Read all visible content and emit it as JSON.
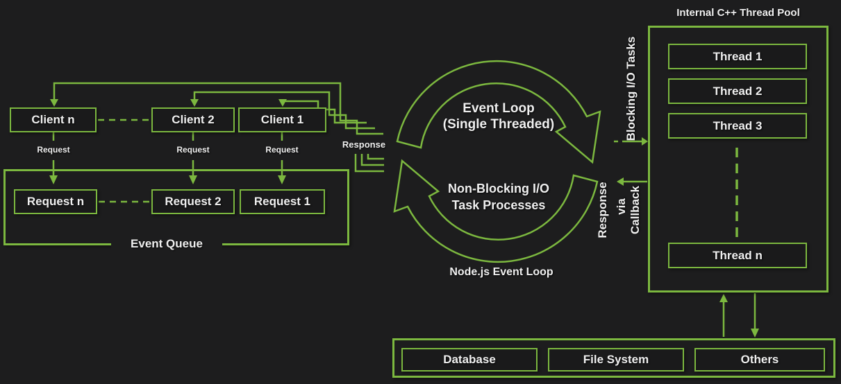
{
  "colors": {
    "background": "#1d1d1e",
    "accent_green": "#7cb83f",
    "text": "#f0f0f0"
  },
  "clients": {
    "items": [
      {
        "label": "Client n"
      },
      {
        "label": "Client 2"
      },
      {
        "label": "Client 1"
      }
    ],
    "request_label": "Request",
    "response_label": "Response"
  },
  "event_queue": {
    "label": "Event Queue",
    "items": [
      {
        "label": "Request n"
      },
      {
        "label": "Request 2"
      },
      {
        "label": "Request 1"
      }
    ]
  },
  "event_loop": {
    "top_line1": "Event Loop",
    "top_line2": "(Single Threaded)",
    "bottom_line1": "Non-Blocking I/O",
    "bottom_line2": "Task Processes",
    "caption": "Node.js Event Loop"
  },
  "flows": {
    "blocking": "Blocking I/O Tasks",
    "response_word": "Response",
    "via_word": "via",
    "callback_word": "Callback"
  },
  "thread_pool": {
    "title": "Internal C++ Thread Pool",
    "threads": [
      {
        "label": "Thread 1"
      },
      {
        "label": "Thread 2"
      },
      {
        "label": "Thread 3"
      },
      {
        "label": "Thread n"
      }
    ]
  },
  "resources": {
    "items": [
      {
        "label": "Database"
      },
      {
        "label": "File System"
      },
      {
        "label": "Others"
      }
    ]
  }
}
